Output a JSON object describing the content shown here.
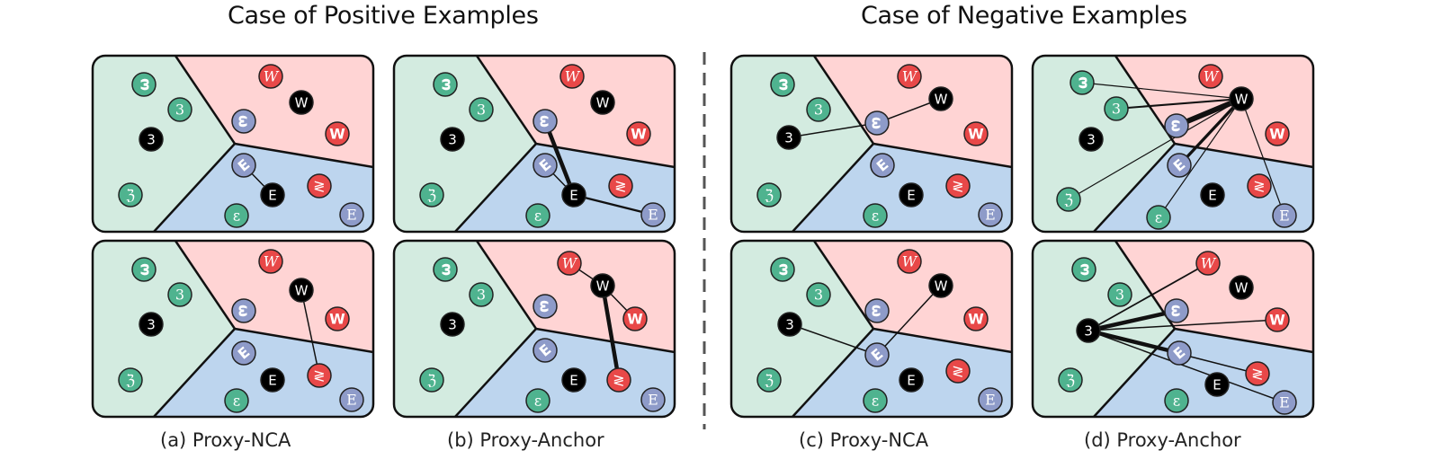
{
  "titles": {
    "positive": "Case of Positive Examples",
    "negative": "Case of Negative Examples"
  },
  "captions": {
    "a": "(a) Proxy-NCA",
    "b": "(b) Proxy-Anchor",
    "c": "(c) Proxy-NCA",
    "d": "(d) Proxy-Anchor"
  },
  "colors": {
    "region_green": "#d3ebe0",
    "region_red": "#ffd4d4",
    "region_blue": "#bdd5ee",
    "node_green": "#4fb38f",
    "node_blue": "#8e9bc9",
    "node_red": "#e84848",
    "node_black": "#000000",
    "divider": "#555555"
  },
  "nodes": [
    {
      "id": "g1",
      "class": "3",
      "color": "green",
      "glyph": "ω"
    },
    {
      "id": "g2",
      "class": "3",
      "color": "green",
      "glyph": "3"
    },
    {
      "id": "p3",
      "class": "3",
      "color": "black",
      "glyph": "3"
    },
    {
      "id": "g4",
      "class": "3",
      "color": "green",
      "glyph": "ℨ"
    },
    {
      "id": "b1",
      "class": "E",
      "color": "blue",
      "glyph": "ω"
    },
    {
      "id": "r1",
      "class": "W",
      "color": "red",
      "glyph": "W"
    },
    {
      "id": "pW",
      "class": "W",
      "color": "black",
      "glyph": "W"
    },
    {
      "id": "r2",
      "class": "W",
      "color": "red",
      "glyph": "W"
    },
    {
      "id": "b2",
      "class": "E",
      "color": "blue",
      "glyph": "E"
    },
    {
      "id": "pE",
      "class": "E",
      "color": "black",
      "glyph": "E"
    },
    {
      "id": "r3",
      "class": "W",
      "color": "red",
      "glyph": "≷"
    },
    {
      "id": "b3",
      "class": "E",
      "color": "blue",
      "glyph": "E"
    },
    {
      "id": "g5",
      "class": "3",
      "color": "green",
      "glyph": "ε"
    }
  ],
  "panels": [
    {
      "id": "a-top",
      "group": "positive",
      "method": "Proxy-NCA",
      "edges": [
        [
          "b2",
          "pE",
          1
        ]
      ]
    },
    {
      "id": "a-bottom",
      "group": "positive",
      "method": "Proxy-NCA",
      "edges": [
        [
          "pW",
          "r3",
          1
        ]
      ]
    },
    {
      "id": "b-top",
      "group": "positive",
      "method": "Proxy-Anchor",
      "edges": [
        [
          "b1",
          "pE",
          3
        ],
        [
          "b2",
          "pE",
          1
        ],
        [
          "pE",
          "b3",
          1.6
        ]
      ]
    },
    {
      "id": "b-bottom",
      "group": "positive",
      "method": "Proxy-Anchor",
      "edges": [
        [
          "r1",
          "pW",
          1
        ],
        [
          "pW",
          "r2",
          1
        ],
        [
          "pW",
          "r3",
          3
        ]
      ]
    },
    {
      "id": "c-top",
      "group": "negative",
      "method": "Proxy-NCA",
      "edges": [
        [
          "p3",
          "b1",
          1
        ],
        [
          "b1",
          "pW",
          1
        ]
      ]
    },
    {
      "id": "c-bottom",
      "group": "negative",
      "method": "Proxy-NCA",
      "edges": [
        [
          "p3",
          "b2",
          1
        ],
        [
          "b2",
          "pW",
          1
        ]
      ]
    },
    {
      "id": "d-top",
      "group": "negative",
      "method": "Proxy-Anchor",
      "edges": [
        [
          "g1",
          "pW",
          0.8
        ],
        [
          "g2",
          "pW",
          1.4
        ],
        [
          "b1",
          "pW",
          4
        ],
        [
          "g4",
          "pW",
          0.8
        ],
        [
          "b2",
          "pW",
          2.2
        ],
        [
          "g5",
          "pW",
          0.8
        ],
        [
          "b3",
          "pW",
          0.8
        ]
      ]
    },
    {
      "id": "d-bottom",
      "group": "negative",
      "method": "Proxy-Anchor",
      "edges": [
        [
          "p3",
          "r1",
          1.2
        ],
        [
          "p3",
          "b1",
          3
        ],
        [
          "p3",
          "r2",
          1
        ],
        [
          "p3",
          "b2",
          3
        ],
        [
          "p3",
          "r3",
          1
        ],
        [
          "p3",
          "b3",
          1
        ]
      ]
    }
  ]
}
